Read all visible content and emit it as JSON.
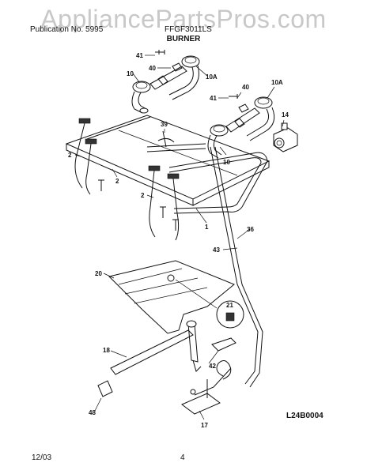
{
  "watermark": "AppliancePartsPros.com",
  "header": {
    "left": "Publication No. 5995",
    "middle": "FFGF3011LS",
    "title": "BURNER"
  },
  "labels": {
    "l41a": "41",
    "l40a": "40",
    "l10a": "10",
    "l10Aa": "10A",
    "l40b": "40",
    "l10Ab": "10A",
    "l41b": "41",
    "l14": "14",
    "l39": "39",
    "l10b": "10",
    "l2a": "2",
    "l2b": "2",
    "l2c": "2",
    "l1": "1",
    "l36": "36",
    "l43": "43",
    "l20": "20",
    "l21": "21",
    "l18": "18",
    "l42": "42",
    "l48": "48",
    "l17": "17"
  },
  "diagram_code": "L24B0004",
  "footer": {
    "date": "12/03",
    "page": "4"
  }
}
